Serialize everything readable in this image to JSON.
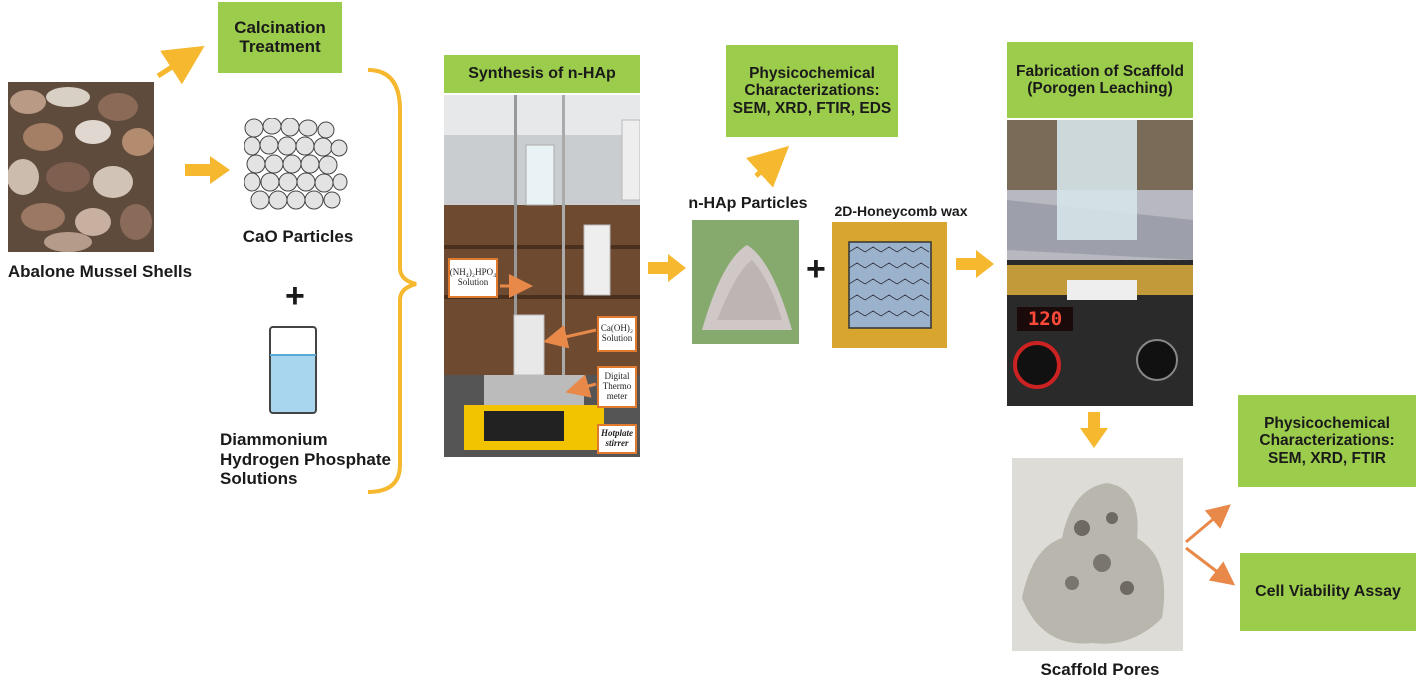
{
  "labels": {
    "calcination": "Calcination Treatment",
    "synthesis": "Synthesis of n-HAp",
    "physchem1": "Physicochemical Characterizations: SEM, XRD, FTIR, EDS",
    "fabrication": "Fabrication of Scaffold (Porogen Leaching)",
    "physchem2": "Physicochemical Characterizations: SEM, XRD, FTIR",
    "cell_viability": "Cell Viability  Assay",
    "abalone": "Abalone  Mussel Shells",
    "cao": "CaO Particles",
    "dap_line1": "Diammonium",
    "dap_line2": "Hydrogen Phosphate",
    "dap_line3": "Solutions",
    "nhap_particles": "n-HAp Particles",
    "honeycomb": "2D-Honeycomb wax",
    "scaffold_pores": "Scaffold Pores",
    "plus": "+"
  },
  "photo_tags": {
    "nh4": "(NH₄)₂HPO₄ Solution",
    "caoh": "Ca(OH)₂ Solution",
    "thermo": "Digital Thermo meter",
    "hotplate": "Hotplate stirrer",
    "display": "120"
  },
  "colors": {
    "green_box": "#9ccc4b",
    "arrow_yellow": "#f5b82e",
    "arrow_orange": "#e8894a"
  }
}
